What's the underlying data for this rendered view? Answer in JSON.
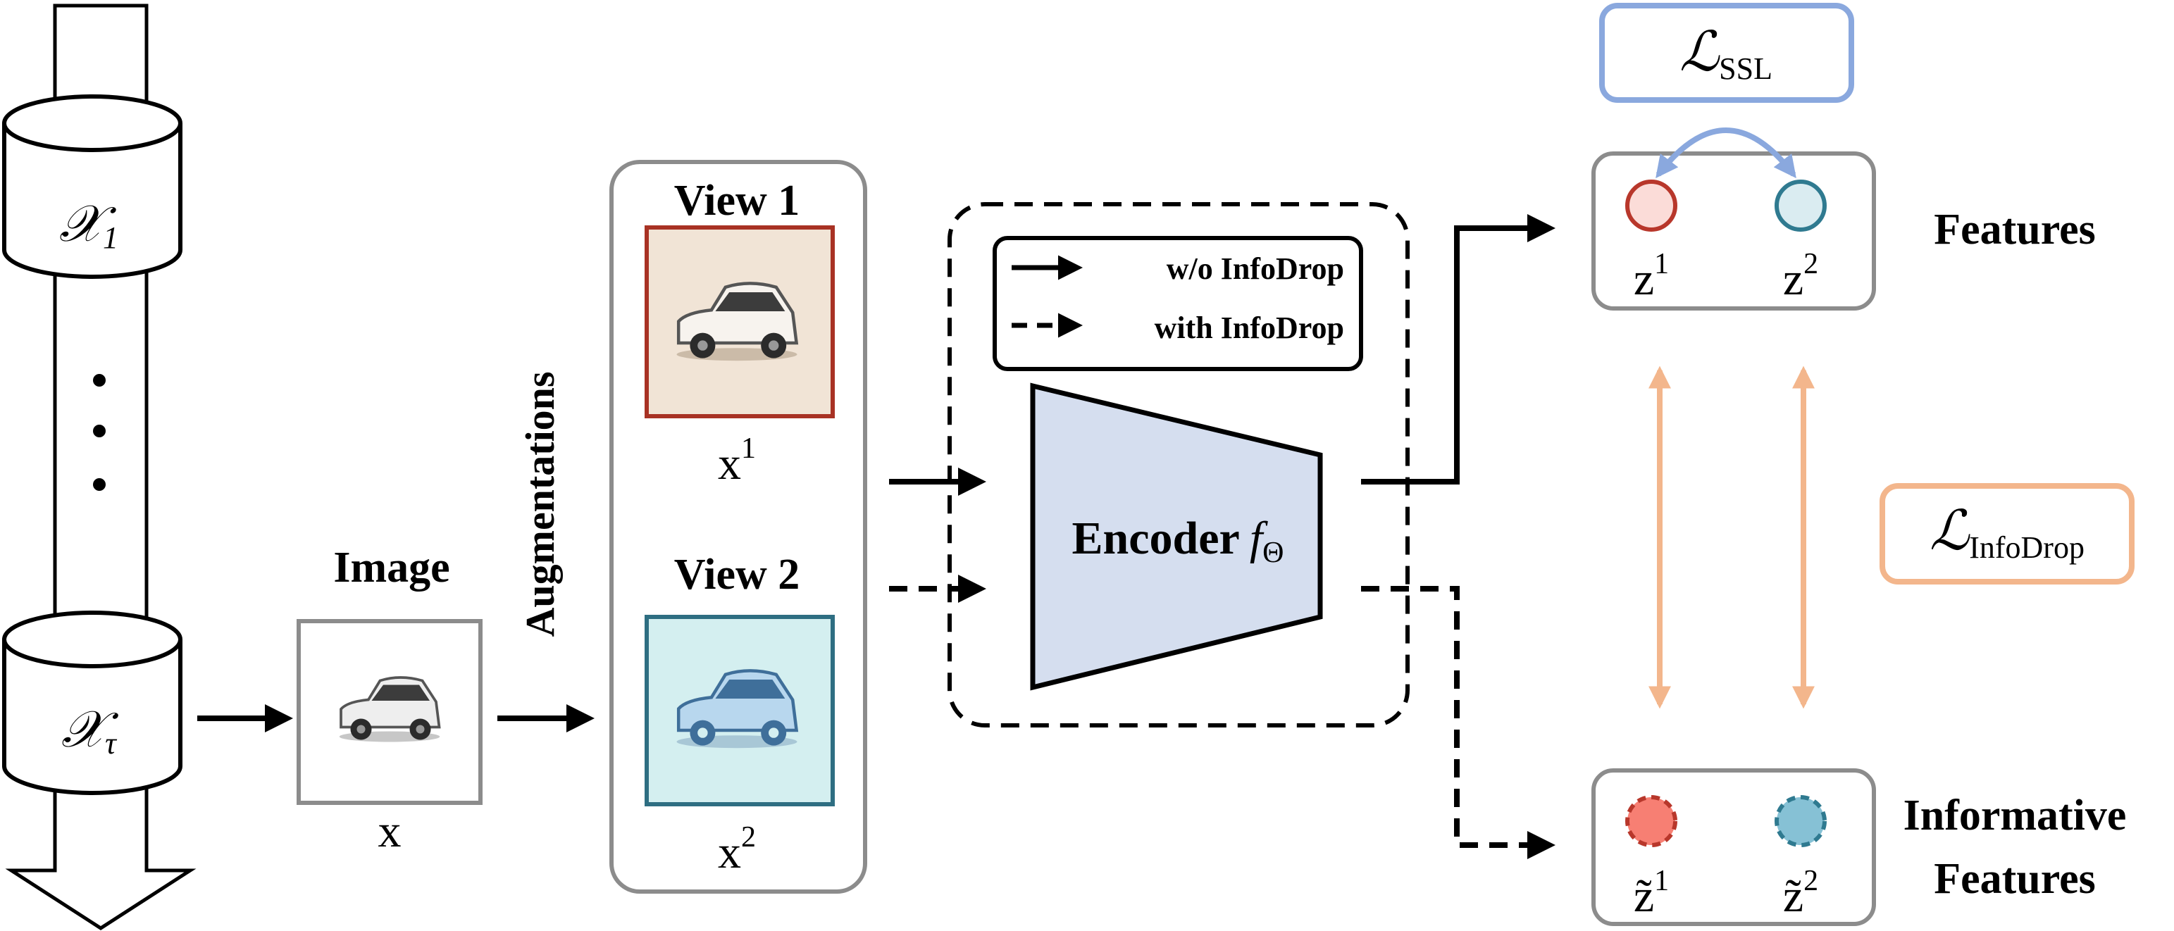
{
  "stream": {
    "dataset_first": {
      "symbol": "𝒳",
      "subscript": "1"
    },
    "dataset_last": {
      "symbol": "𝒳",
      "subscript": "τ"
    }
  },
  "image": {
    "title": "Image",
    "label": "x"
  },
  "augmentations_label": "Augmentations",
  "views": [
    {
      "title": "View 1",
      "label": "x",
      "superscript": "1"
    },
    {
      "title": "View 2",
      "label": "x",
      "superscript": "2"
    }
  ],
  "legend": {
    "solid": "w/o InfoDrop",
    "dashed": "with InfoDrop"
  },
  "encoder": {
    "label": "Encoder",
    "symbol": "f",
    "subscript": "Θ"
  },
  "loss_ssl": {
    "symbol": "ℒ",
    "subscript": "SSL"
  },
  "loss_infodrop": {
    "symbol": "ℒ",
    "subscript": "InfoDrop"
  },
  "features": {
    "title": "Features",
    "z1": {
      "label": "z",
      "superscript": "1"
    },
    "z2": {
      "label": "z",
      "superscript": "2"
    }
  },
  "informative_features": {
    "title_line1": "Informative",
    "title_line2": "Features",
    "z1": {
      "label": "z̃",
      "superscript": "1"
    },
    "z2": {
      "label": "z̃",
      "superscript": "2"
    }
  },
  "colors": {
    "ssl_blue": "#8aa8de",
    "infodrop_orange": "#f3b68c",
    "encoder_fill": "#d5deef",
    "view1_border": "#a83224",
    "view1_bg": "#f1e4d6",
    "view2_border": "#2e6e82",
    "view2_bg": "#d4eff0",
    "z1_fill": "#fbdcd8",
    "z1_stroke": "#b8372b",
    "z2_fill": "#daecf1",
    "z2_stroke": "#2f7a90",
    "zt1_fill": "#f77f73",
    "zt2_fill": "#86c1d5"
  }
}
